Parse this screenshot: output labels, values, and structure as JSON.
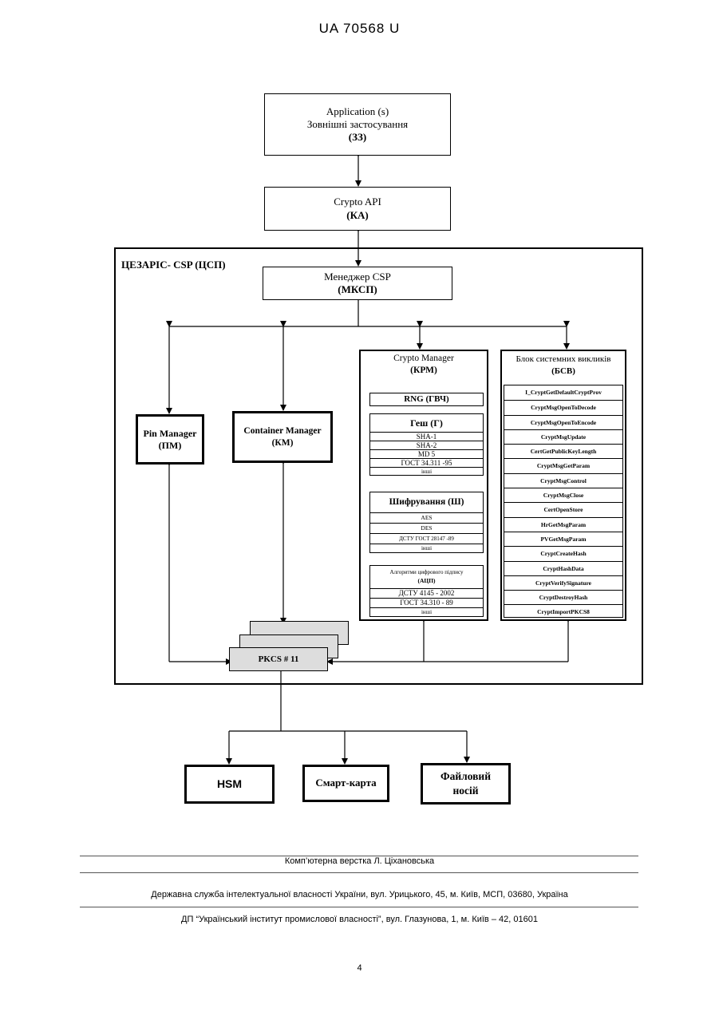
{
  "header": {
    "doc_id": "UA   70568   U"
  },
  "application_box": {
    "line1": "Application (s)",
    "line2": "Зовнішні застосування",
    "line3": "(ЗЗ)"
  },
  "crypto_api_box": {
    "line1": "Crypto API",
    "line2": "(КА)"
  },
  "csp_frame": {
    "label": "ЦЕЗАРІС- CSP   (ЦСП)"
  },
  "csp_manager_box": {
    "line1": "Менеджер CSP",
    "line2": "(МКСП)"
  },
  "pin_manager_box": {
    "line1": "Pin Manager",
    "line2": "(ПМ)"
  },
  "container_manager_box": {
    "line1": "Container Manager",
    "line2": "(КМ)"
  },
  "crypto_manager": {
    "title1": "Crypto Manager",
    "title2": "(КРМ)",
    "rng": "RNG (ГВЧ)",
    "hash": {
      "title": "Геш (Г)",
      "items": [
        "SHA-1",
        "SHA-2",
        "MD 5",
        "ГОСТ 34.311 -95",
        "інші"
      ]
    },
    "cipher": {
      "title": "Шифрування (Ш)",
      "items": [
        "AES",
        "DES",
        "ДСТУ ГОСТ 28147 -89",
        "інші"
      ]
    },
    "signature": {
      "title1": "Алгоритми цифрового підпису",
      "title2": "(АЦП)",
      "items": [
        "ДСТУ 4145 - 2002",
        "ГОСТ 34.310 - 89",
        "інші"
      ]
    }
  },
  "system_calls": {
    "title1": "Блок системних викликів",
    "title2": "(БСВ)",
    "items": [
      "I_CryptGetDefaultCryptProv",
      "CryptMsgOpenToDecode",
      "CryptMsgOpenToEncode",
      "CryptMsgUpdate",
      "CertGetPublicKeyLength",
      "CryptMsgGetParam",
      "CryptMsgControl",
      "CryptMsgClose",
      "CertOpenStore",
      "HrGetMsgParam",
      "PVGetMsgParam",
      "CryptCreateHash",
      "CryptHashData",
      "CryptVerifySignature",
      "CryptDestroyHash",
      "CryptImportPKCS8"
    ]
  },
  "pkcs_label": "PKCS # 11",
  "devices": {
    "hsm": "HSM",
    "smart_card": "Смарт-карта",
    "file_media1": "Файловий",
    "file_media2": "носій"
  },
  "footer": {
    "layout_credit": "Комп’ютерна верстка Л. Ціхановська",
    "office": "Державна служба інтелектуальної власності України, вул. Урицького, 45, м. Київ, МСП, 03680, Україна",
    "institute": "ДП “Український інститут промислової власності”, вул. Глазунова, 1, м. Київ – 42, 01601",
    "page_number": "4"
  }
}
